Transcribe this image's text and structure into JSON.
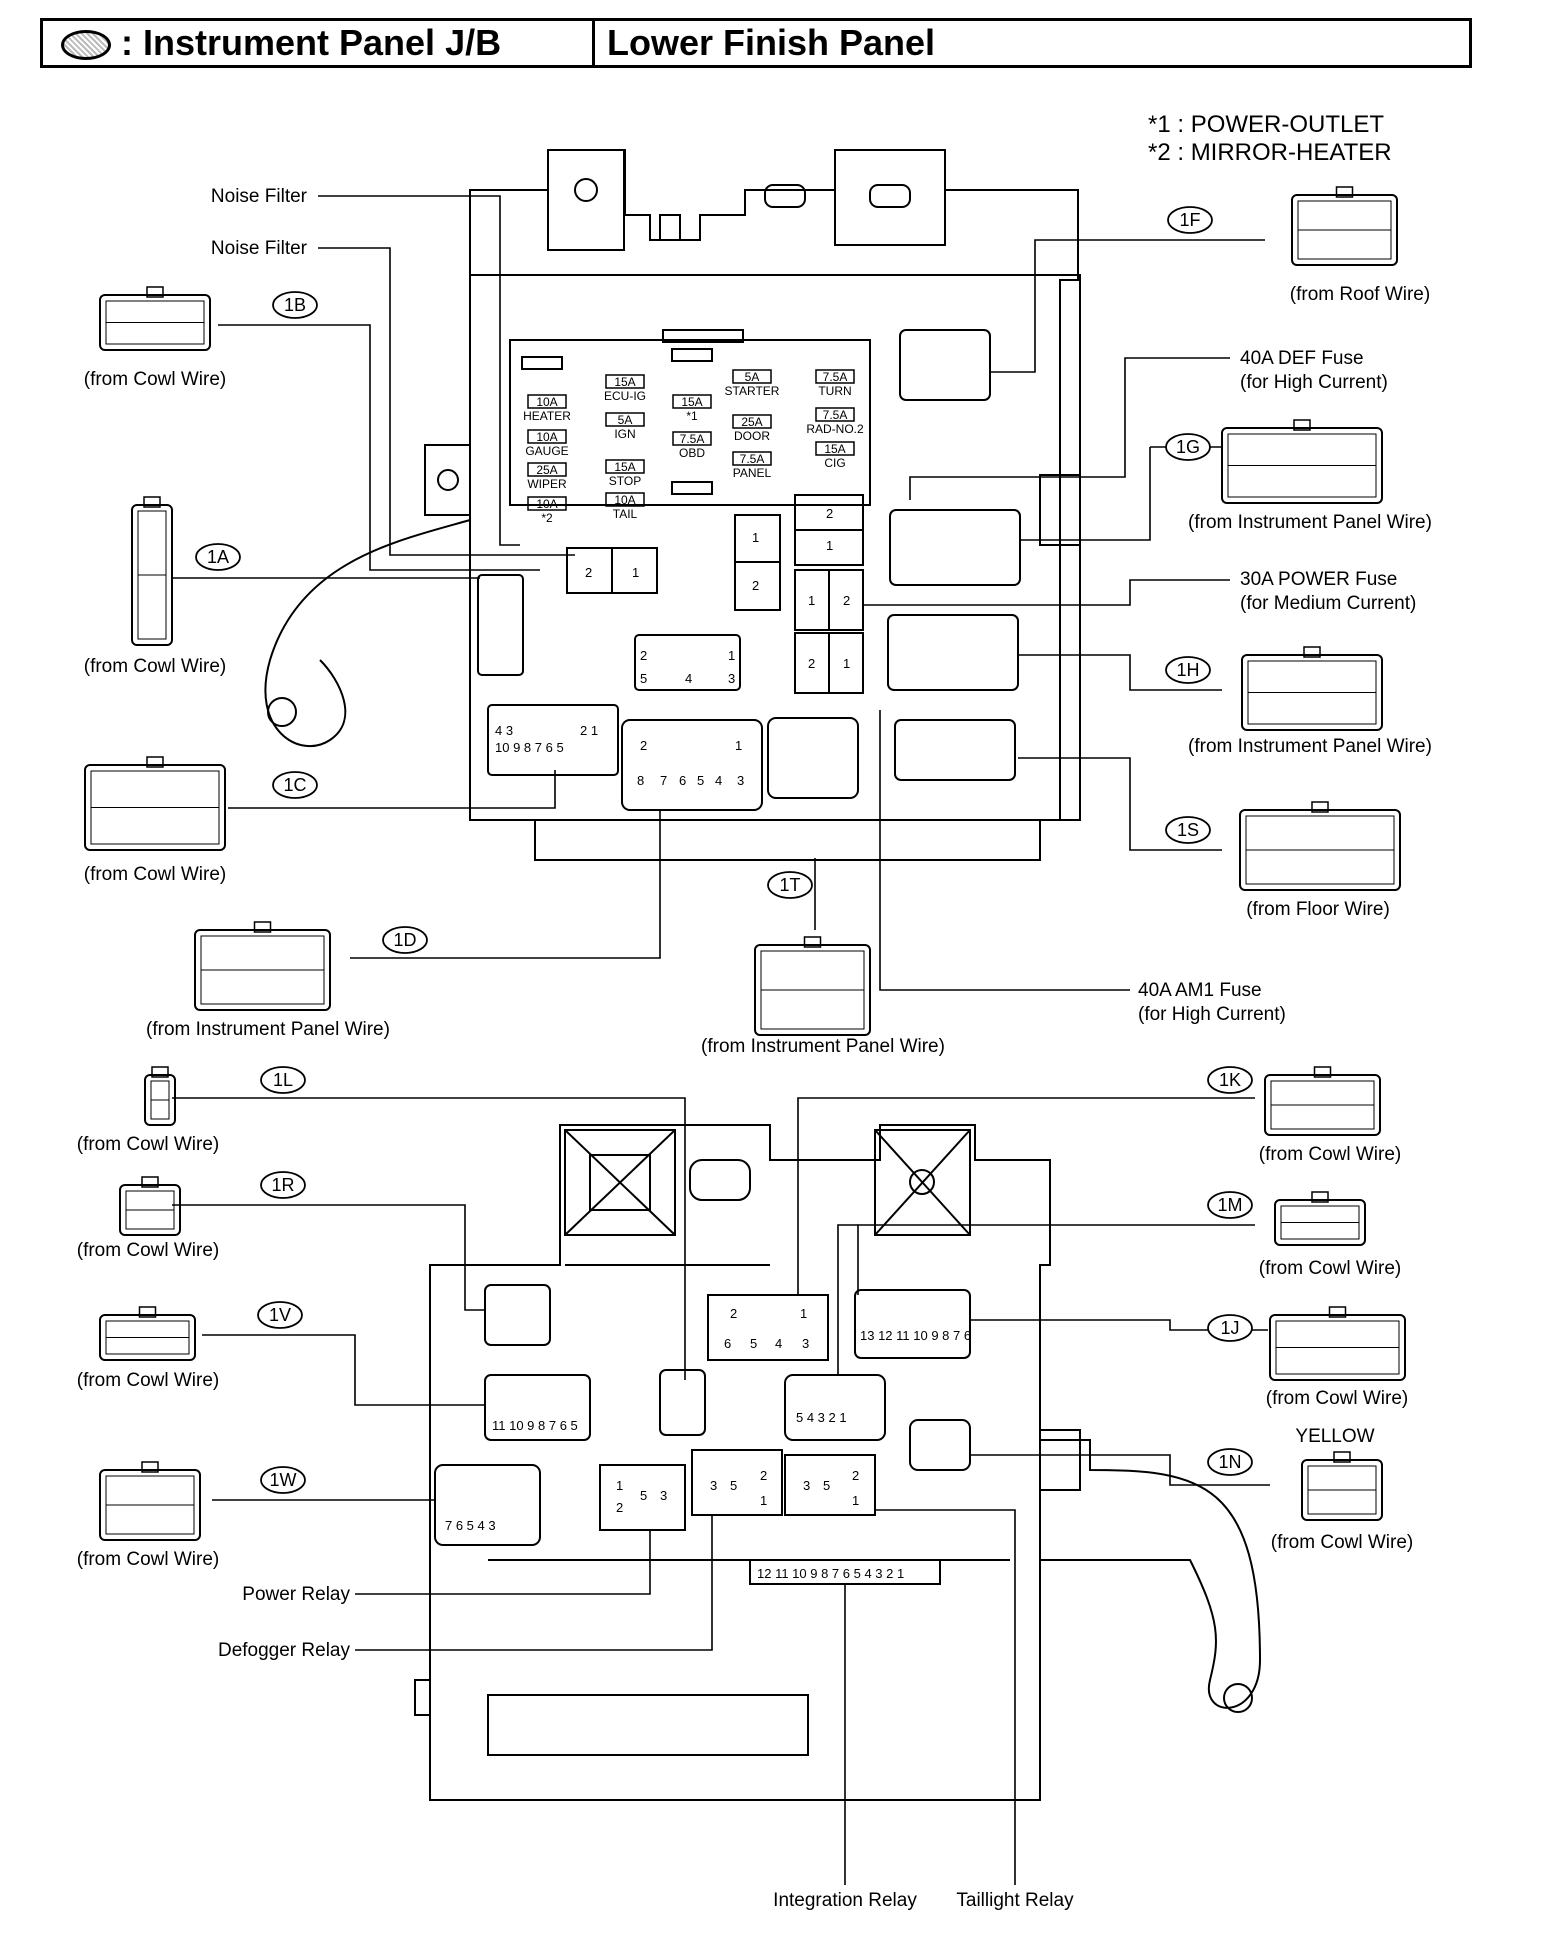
{
  "header": {
    "title": "Instrument Panel J/B",
    "location": "Lower Finish Panel"
  },
  "notes": {
    "n1": "*1 : POWER-OUTLET",
    "n2": "*2 : MIRROR-HEATER"
  },
  "labels": {
    "noise_filter_1": "Noise Filter",
    "noise_filter_2": "Noise Filter",
    "def_fuse": "40A DEF Fuse",
    "def_fuse_sub": "(for High Current)",
    "power_fuse": "30A POWER Fuse",
    "power_fuse_sub": "(for Medium Current)",
    "am1_fuse": "40A AM1 Fuse",
    "am1_fuse_sub": "(for High Current)",
    "power_relay": "Power Relay",
    "defogger_relay": "Defogger Relay",
    "integration_relay": "Integration Relay",
    "taillight_relay": "Taillight Relay",
    "yellow": "YELLOW"
  },
  "connectors": {
    "1A": {
      "code": "1A",
      "source": "(from Cowl Wire)"
    },
    "1B": {
      "code": "1B",
      "source": "(from Cowl Wire)"
    },
    "1C": {
      "code": "1C",
      "source": "(from Cowl Wire)"
    },
    "1D": {
      "code": "1D",
      "source": "(from Instrument Panel Wire)"
    },
    "1F": {
      "code": "1F",
      "source": "(from Roof Wire)"
    },
    "1G": {
      "code": "1G",
      "source": "(from Instrument Panel Wire)"
    },
    "1H": {
      "code": "1H",
      "source": "(from Instrument Panel Wire)"
    },
    "1S": {
      "code": "1S",
      "source": "(from Floor Wire)"
    },
    "1T": {
      "code": "1T",
      "source": "(from Instrument Panel Wire)"
    },
    "1L": {
      "code": "1L",
      "source": "(from Cowl Wire)"
    },
    "1R": {
      "code": "1R",
      "source": "(from Cowl Wire)"
    },
    "1V": {
      "code": "1V",
      "source": "(from Cowl Wire)"
    },
    "1W": {
      "code": "1W",
      "source": "(from Cowl Wire)"
    },
    "1K": {
      "code": "1K",
      "source": "(from Cowl Wire)"
    },
    "1M": {
      "code": "1M",
      "source": "(from Cowl Wire)"
    },
    "1J": {
      "code": "1J",
      "source": "(from Cowl Wire)"
    },
    "1N": {
      "code": "1N",
      "source": "(from Cowl Wire)"
    }
  },
  "fuses": [
    {
      "rating": "15A",
      "name": "ECU-IG"
    },
    {
      "rating": "10A",
      "name": "HEATER"
    },
    {
      "rating": "5A",
      "name": "IGN"
    },
    {
      "rating": "10A",
      "name": "GAUGE"
    },
    {
      "rating": "15A",
      "name": "STOP"
    },
    {
      "rating": "25A",
      "name": "WIPER"
    },
    {
      "rating": "10A",
      "name": "TAIL"
    },
    {
      "rating": "10A",
      "name": "*2"
    },
    {
      "rating": "15A",
      "name": "*1"
    },
    {
      "rating": "7.5A",
      "name": "OBD"
    },
    {
      "rating": "5A",
      "name": "STARTER"
    },
    {
      "rating": "25A",
      "name": "DOOR"
    },
    {
      "rating": "7.5A",
      "name": "PANEL"
    },
    {
      "rating": "7.5A",
      "name": "TURN"
    },
    {
      "rating": "7.5A",
      "name": "RAD-NO.2"
    },
    {
      "rating": "15A",
      "name": "CIG"
    }
  ]
}
